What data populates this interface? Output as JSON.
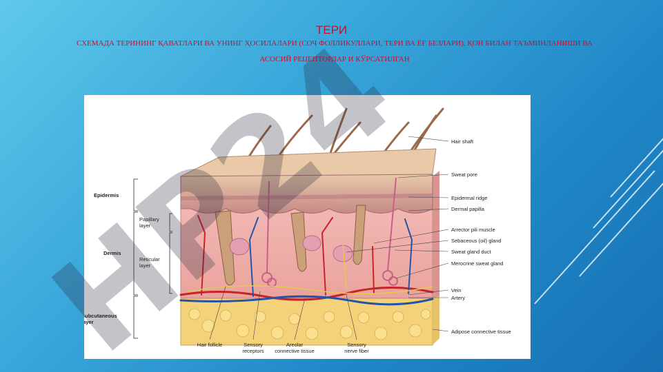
{
  "slide": {
    "title": "ТЕРИ",
    "subtitle": "СХЕМАДА ТЕРИНИНГ ҚАВАТЛАРИ ВА УНИНГ ҲОСИЛАЛАРИ (СОЧ ФОЛЛИКУЛЛАРИ, ТЕРИ  ВА ЁҒ БЕЗЛАРИ), ҚОН БИЛАН ТАЪМИНЛАНИШИ ВА АСОСИЙ РЕЦЕПТОРЛАР И КЎРСАТИЛГАН",
    "watermark": "HP24"
  },
  "figure": {
    "left_labels": {
      "epidermis": "Epidermis",
      "dermis": "Dermis",
      "papillary": [
        "Papillary",
        "layer"
      ],
      "reticular": [
        "Reticular",
        "layer"
      ],
      "subcutaneous": [
        "Subcutaneous",
        "layer"
      ]
    },
    "right_labels": [
      "Hair shaft",
      "Sweat pore",
      "Epidermal ridge",
      "Dermal papilla",
      "Arrector pili muscle",
      "Sebaceous (oil) gland",
      "Sweat gland duct",
      "Merocrine sweat gland",
      "Vein",
      "Artery",
      "Adipose connective tissue"
    ],
    "bottom_labels": [
      [
        "Hair follicle"
      ],
      [
        "Sensory",
        "receptors"
      ],
      [
        "Areolar",
        "connective tissue"
      ],
      [
        "Sensory",
        "nerve fiber"
      ]
    ]
  }
}
